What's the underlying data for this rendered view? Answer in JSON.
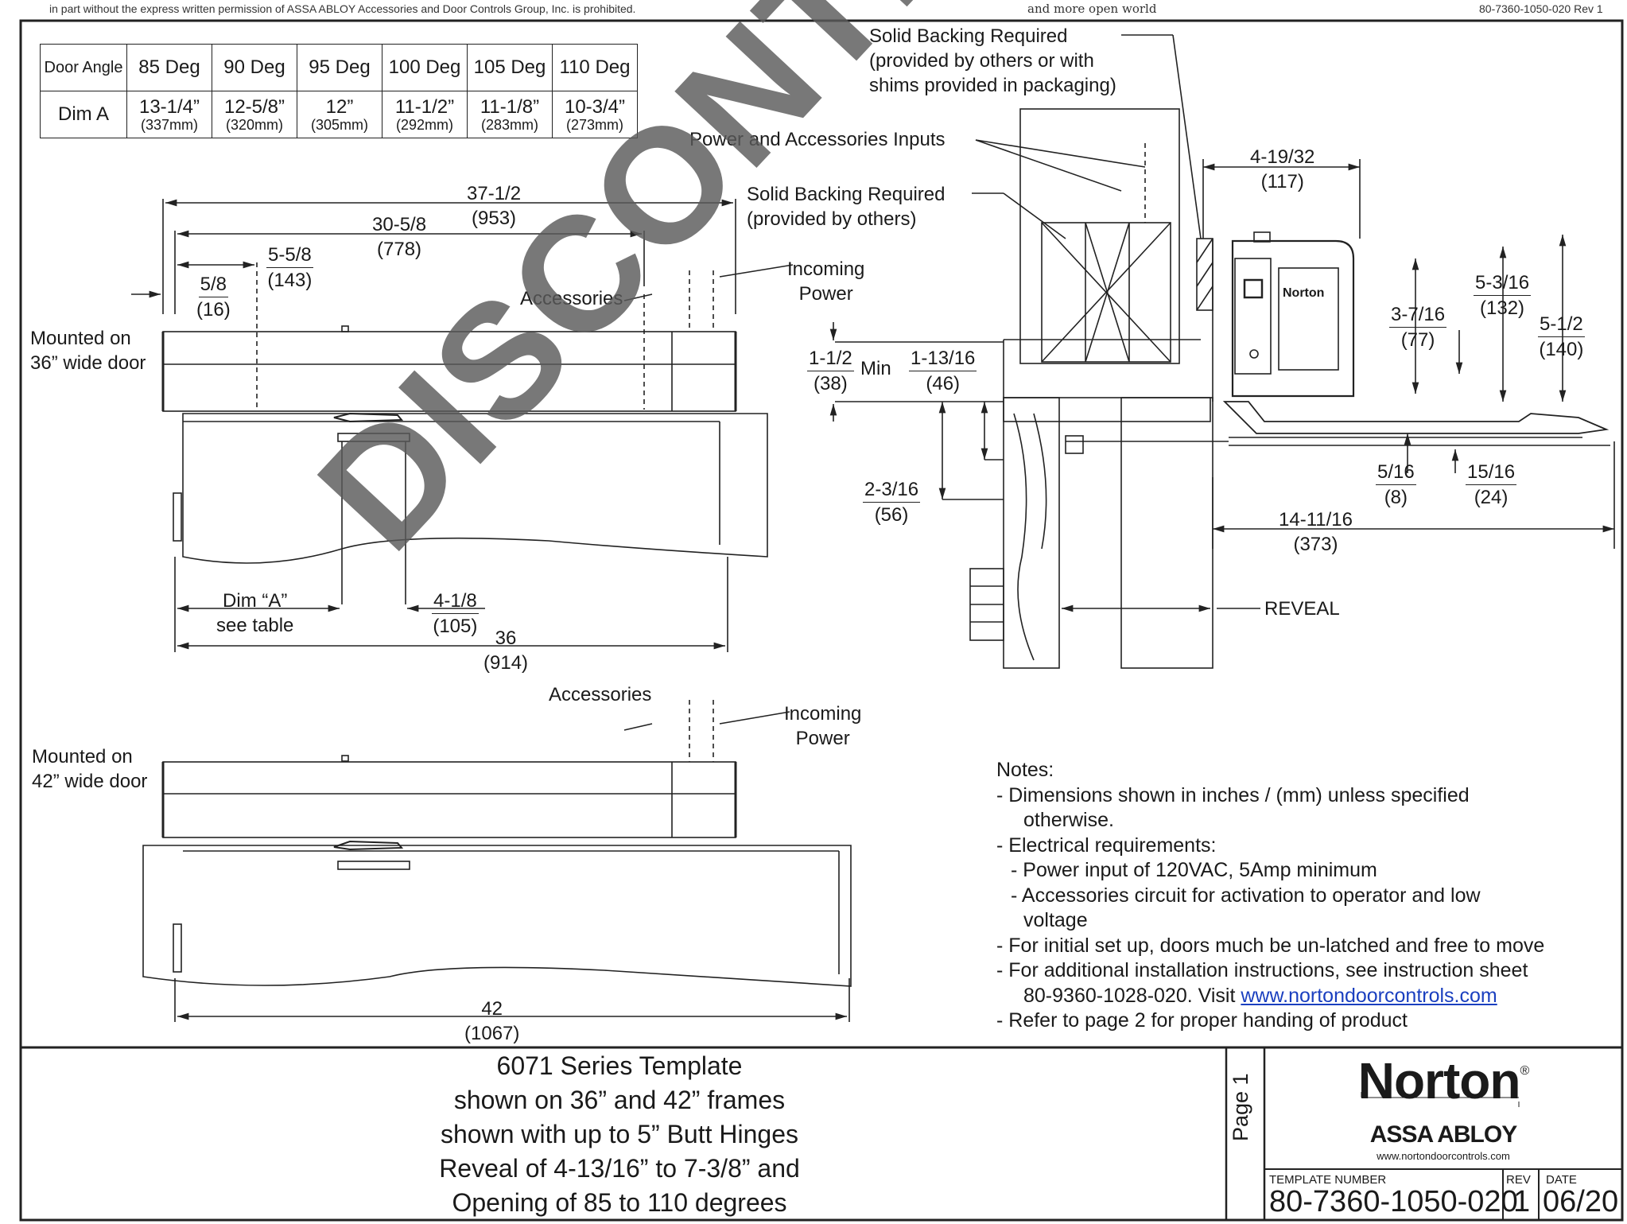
{
  "header": {
    "copyright_left": "in part without the express written permission of ASSA ABLOY Accessories and Door Controls Group, Inc. is prohibited.",
    "slogan": "and more open world",
    "doc_ref": "80-7360-1050-020 Rev 1"
  },
  "angle_table": {
    "row_header_1": "Door Angle",
    "row_header_2": "Dim A",
    "columns": [
      {
        "angle": "85 Deg",
        "in": "13-1/4”",
        "mm": "(337mm)"
      },
      {
        "angle": "90 Deg",
        "in": "12-5/8”",
        "mm": "(320mm)"
      },
      {
        "angle": "95 Deg",
        "in": "12”",
        "mm": "(305mm)"
      },
      {
        "angle": "100 Deg",
        "in": "11-1/2”",
        "mm": "(292mm)"
      },
      {
        "angle": "105 Deg",
        "in": "11-1/8”",
        "mm": "(283mm)"
      },
      {
        "angle": "110 Deg",
        "in": "10-3/4”",
        "mm": "(273mm)"
      }
    ]
  },
  "labels": {
    "mounted_36_a": "Mounted on",
    "mounted_36_b": "36” wide door",
    "mounted_42_a": "Mounted on",
    "mounted_42_b": "42” wide door",
    "accessories": "Accessories",
    "incoming_a": "Incoming",
    "incoming_b": "Power",
    "dim_a_a": "Dim “A”",
    "dim_a_b": "see table",
    "backing_top_1": "Solid Backing Required",
    "backing_top_2": "(provided by others or with",
    "backing_top_3": "shims provided in packaging)",
    "power_inputs": "Power and Accessories Inputs",
    "backing_mid_1": "Solid Backing Required",
    "backing_mid_2": "(provided by others)",
    "min": "Min",
    "reveal": "REVEAL",
    "unit_brand": "Norton"
  },
  "dimensions": {
    "d37": {
      "in": "37-1/2",
      "mm": "(953)"
    },
    "d30": {
      "in": "30-5/8",
      "mm": "(778)"
    },
    "d5_58": {
      "in": "5-5/8",
      "mm": "(143)"
    },
    "d58": {
      "in": "5/8",
      "mm": "(16)"
    },
    "d4_18": {
      "in": "4-1/8",
      "mm": "(105)"
    },
    "d36": {
      "in": "36",
      "mm": "(914)"
    },
    "d42": {
      "in": "42",
      "mm": "(1067)"
    },
    "d1_12": {
      "in": "1-1/2",
      "mm": "(38)"
    },
    "d1_1316": {
      "in": "1-13/16",
      "mm": "(46)"
    },
    "d2_316": {
      "in": "2-3/16",
      "mm": "(56)"
    },
    "d4_1932": {
      "in": "4-19/32",
      "mm": "(117)"
    },
    "d3_716": {
      "in": "3-7/16",
      "mm": "(77)"
    },
    "d5_316": {
      "in": "5-3/16",
      "mm": "(132)"
    },
    "d5_12": {
      "in": "5-1/2",
      "mm": "(140)"
    },
    "d5_16": {
      "in": "5/16",
      "mm": "(8)"
    },
    "d15_16": {
      "in": "15/16",
      "mm": "(24)"
    },
    "d14_1116": {
      "in": "14-11/16",
      "mm": "(373)"
    }
  },
  "notes": {
    "heading": "Notes:",
    "n1a": "- Dimensions shown in inches / (mm) unless specified",
    "n1b": "otherwise.",
    "n2": "- Electrical requirements:",
    "n2a": "- Power input of 120VAC, 5Amp minimum",
    "n2b": "- Accessories circuit for activation to operator and low",
    "n2c": "voltage",
    "n3": "- For initial set up, doors much be un-latched and free to move",
    "n4": "- For additional installation instructions, see instruction sheet",
    "n4b": "80-9360-1028-020. Visit",
    "n4_link": "www.nortondoorcontrols.com",
    "n5": "- Refer to page 2 for proper handing of product"
  },
  "title_block": {
    "line1": "6071 Series Template",
    "line2": "shown on 36” and 42” frames",
    "line3": "shown with up to 5” Butt Hinges",
    "line4": "Reveal of 4-13/16” to 7-3/8” and",
    "line5": "Opening of 85 to 110 degrees",
    "page": "Page 1",
    "brand": "Norton",
    "parent": "ASSA ABLOY",
    "website": "www.nortondoorcontrols.com",
    "template_label": "TEMPLATE NUMBER",
    "template_number": "80-7360-1050-020",
    "rev_label": "REV",
    "rev": "1",
    "date_label": "DATE",
    "date": "06/20"
  },
  "watermark": "DISCONTINUED"
}
